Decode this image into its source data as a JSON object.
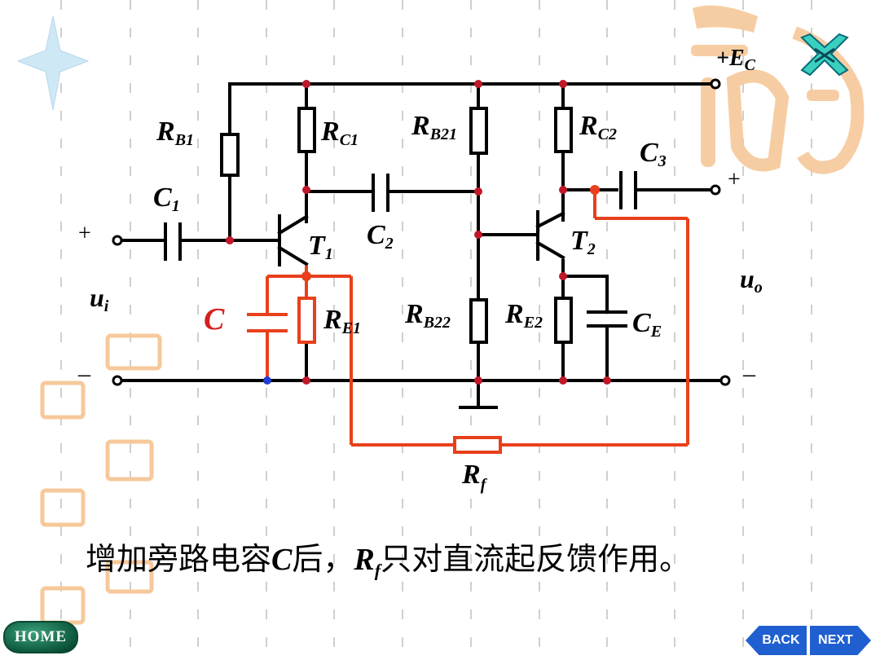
{
  "labels": {
    "ec": "+E",
    "ec_sub": "C",
    "rb1": "R",
    "rb1_sub": "B1",
    "rc1": "R",
    "rc1_sub": "C1",
    "rb21": "R",
    "rb21_sub": "B21",
    "rc2": "R",
    "rc2_sub": "C2",
    "c3": "C",
    "c3_sub": "3",
    "c1": "C",
    "c1_sub": "1",
    "c2": "C",
    "c2_sub": "2",
    "t1": "T",
    "t1_sub": "1",
    "t2": "T",
    "t2_sub": "2",
    "ui": "u",
    "ui_sub": "i",
    "uo": "u",
    "uo_sub": "o",
    "c_bypass": "C",
    "re1": "R",
    "re1_sub": "E1",
    "rb22": "R",
    "rb22_sub": "B22",
    "re2": "R",
    "re2_sub": "E2",
    "ce": "C",
    "ce_sub": "E",
    "rf": "R",
    "rf_sub": "f",
    "plus": "+",
    "minus": "–"
  },
  "caption": {
    "part1": "增加旁路电容",
    "c": "C",
    "part2": "后，",
    "r": "R",
    "r_sub": "f",
    "part3": "只对直流起反馈作用。"
  },
  "nav": {
    "home": "HOME",
    "back": "BACK",
    "next": "NEXT"
  },
  "colors": {
    "wire": "#000000",
    "feedback": "#e8401c",
    "highlight_label": "#d42020",
    "node_blue": "#1f3fd0",
    "watermark": "#f6c89a"
  }
}
